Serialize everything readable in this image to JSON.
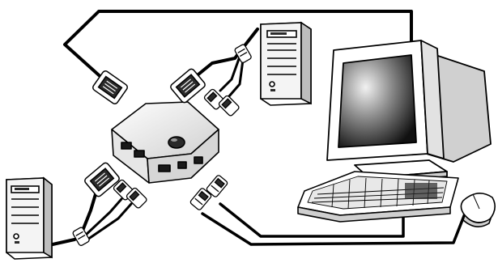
{
  "diagram": {
    "components": [
      {
        "id": "kvm-switch",
        "kind": "kvm-switch-box",
        "button_color": "#2a2a2a"
      },
      {
        "id": "monitor",
        "kind": "crt-monitor"
      },
      {
        "id": "keyboard",
        "kind": "keyboard"
      },
      {
        "id": "mouse",
        "kind": "mouse"
      },
      {
        "id": "pc-top",
        "kind": "tower-computer"
      },
      {
        "id": "pc-bottom",
        "kind": "tower-computer"
      },
      {
        "id": "vga-connector-console",
        "kind": "vga-plug"
      },
      {
        "id": "vga-connector-pc-top",
        "kind": "vga-plug"
      },
      {
        "id": "vga-connector-pc-bottom",
        "kind": "vga-plug"
      },
      {
        "id": "ps2-plugs-pc-top",
        "kind": "ps2-plug-pair"
      },
      {
        "id": "ps2-plugs-pc-bottom",
        "kind": "ps2-plug-pair"
      },
      {
        "id": "ps2-plugs-console",
        "kind": "ps2-plug-pair"
      }
    ],
    "connections": [
      {
        "from": "monitor",
        "to": "vga-connector-console"
      },
      {
        "from": "vga-connector-console",
        "to": "kvm-switch"
      },
      {
        "from": "pc-top",
        "to": "vga-connector-pc-top"
      },
      {
        "from": "vga-connector-pc-top",
        "to": "kvm-switch"
      },
      {
        "from": "pc-bottom",
        "to": "vga-connector-pc-bottom"
      },
      {
        "from": "vga-connector-pc-bottom",
        "to": "kvm-switch"
      },
      {
        "from": "keyboard",
        "to": "ps2-plugs-console"
      },
      {
        "from": "mouse",
        "to": "ps2-plugs-console"
      },
      {
        "from": "ps2-plugs-console",
        "to": "kvm-switch"
      }
    ],
    "colors": {
      "line": "#000000",
      "fill": "#ffffff",
      "shade": "#d9d9d9",
      "dark": "#2a2a2a"
    }
  }
}
